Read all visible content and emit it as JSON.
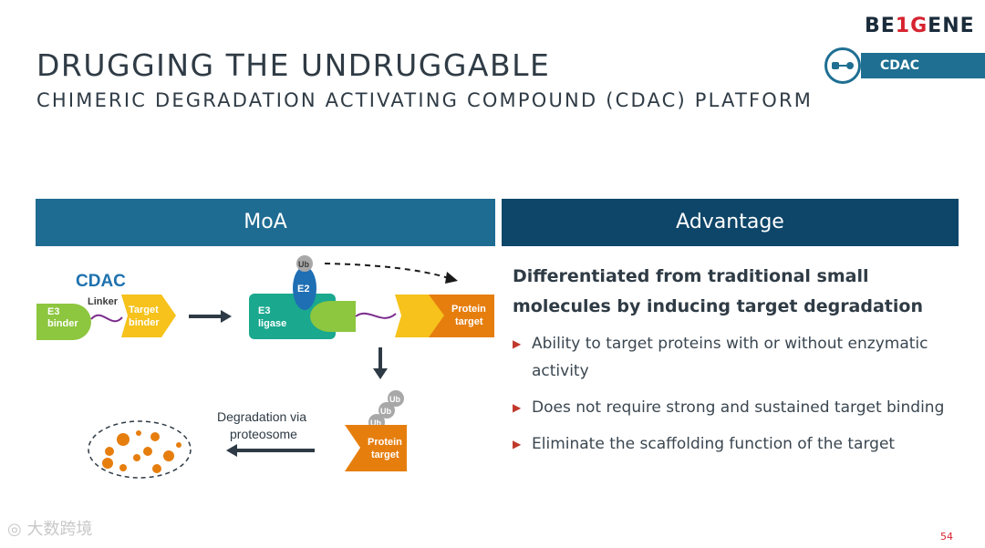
{
  "header": {
    "title": "DRUGGING THE UNDRUGGABLE",
    "subtitle": "CHIMERIC DEGRADATION ACTIVATING COMPOUND (CDAC) PLATFORM",
    "logo_pre": "BE",
    "logo_mid": "1G",
    "logo_post": "ENE",
    "tag_label": "CDAC"
  },
  "panels": {
    "moa_label": "MoA",
    "advantage_label": "Advantage"
  },
  "diagram": {
    "cdac_label": "CDAC",
    "linker_label": "Linker",
    "e3_binder": [
      "E3",
      "binder"
    ],
    "target_binder": [
      "Target",
      "binder"
    ],
    "e3_ligase": [
      "E3",
      "ligase"
    ],
    "e2_label": "E2",
    "ub_label": "Ub",
    "protein_target": [
      "Protein",
      "target"
    ],
    "degradation_label": [
      "Degradation via",
      "proteosome"
    ]
  },
  "advantage": {
    "heading": "Differentiated from traditional small molecules by inducing target degradation",
    "bullets": [
      "Ability to target proteins with or without enzymatic activity",
      "Does not require strong and sustained target binding",
      "Eliminate the scaffolding function of the target"
    ]
  },
  "footer": {
    "page_number": "54",
    "watermark": "大数跨境"
  },
  "colors": {
    "moa_header": "#1f6c92",
    "advantage_header": "#0e4669",
    "e3_green": "#8dc63f",
    "target_yellow": "#f6c21b",
    "protein_orange": "#e67e0e",
    "ligase_teal": "#1aa88f",
    "e2_blue": "#1f6fb5",
    "logo_red": "#d6232f"
  }
}
